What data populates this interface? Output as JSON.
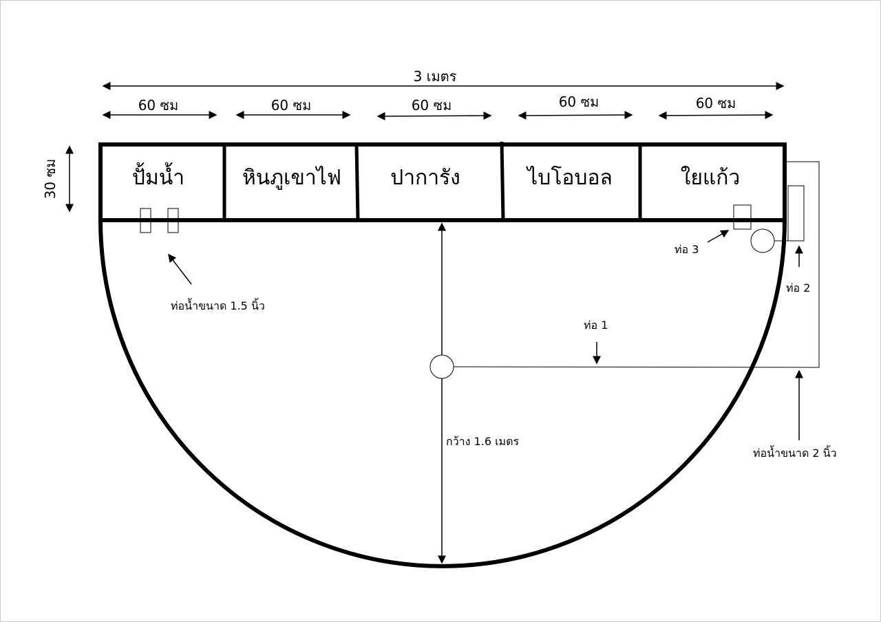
{
  "dimensions": {
    "total_width": "3 เมตร",
    "section_widths": [
      "60 ซม",
      "60 ซม",
      "60 ซม",
      "60 ซม",
      "60 ซม"
    ],
    "depth": "30 ซม",
    "radius": "กว้าง 1.6 เมตร"
  },
  "sections": [
    "ปั้มน้ำ",
    "หินภูเขาไฟ",
    "ปาการัง",
    "ไบโอบอล",
    "ใยแก้ว"
  ],
  "annotations": {
    "pipe_small": "ท่อน้ำขนาด 1.5 นิ้ว",
    "pipe_large": "ท่อน้ำขนาด 2 นิ้ว",
    "pipe1": "ท่อ 1",
    "pipe2": "ท่อ 2",
    "pipe3": "ท่อ 3"
  }
}
